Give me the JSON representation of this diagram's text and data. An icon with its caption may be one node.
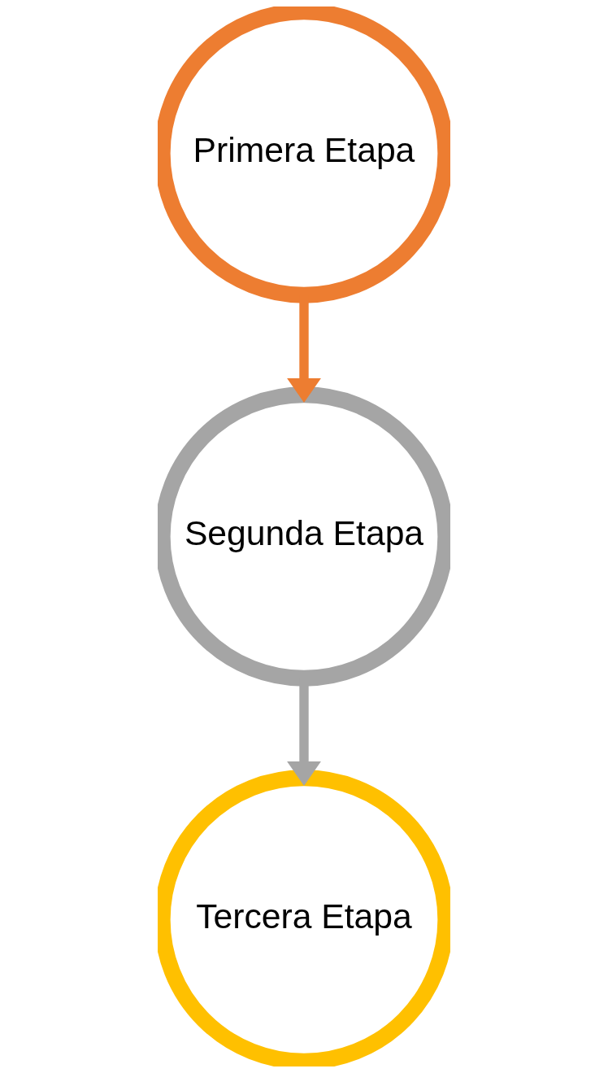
{
  "diagram": {
    "nodes": [
      {
        "text": [
          "Primera Etapa"
        ]
      },
      {
        "text": [
          "Segunda Etapa"
        ]
      },
      {
        "text": [
          "Tercera Etapa"
        ]
      }
    ],
    "edges": [
      {
        "from": 0,
        "to": 1,
        "arrow": "to",
        "color": "#ed7d31"
      },
      {
        "from": 1,
        "to": 2,
        "arrow": "to",
        "color": "#a5a5a5"
      }
    ]
  }
}
